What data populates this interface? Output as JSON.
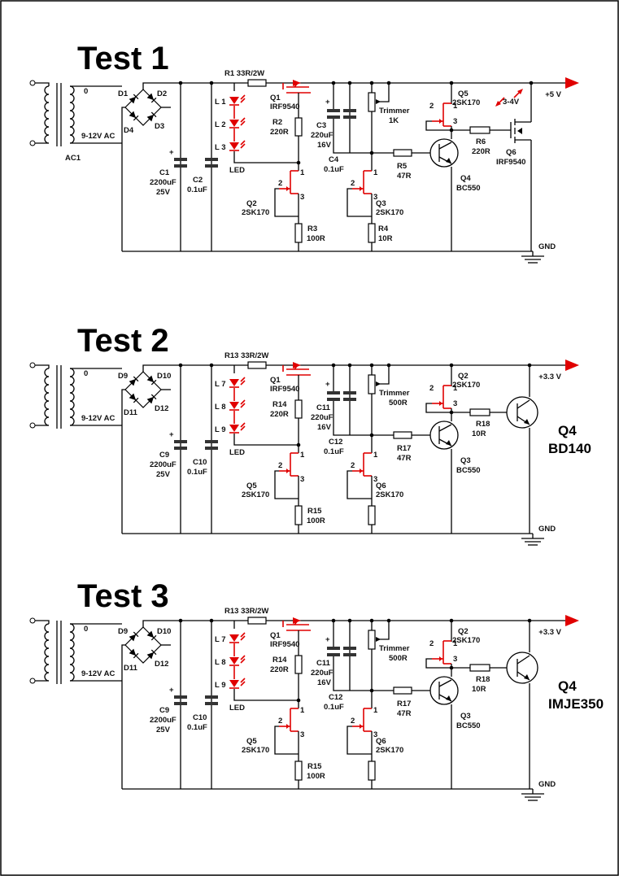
{
  "colors": {
    "wire": "#000000",
    "accent": "#e00000",
    "background": "#ffffff"
  },
  "circuits": [
    {
      "title": "Test 1",
      "supply_label": "+5 V",
      "gnd_label": "GND",
      "q4_side": "",
      "labels": {
        "trafo_tap": "0",
        "ac_in": "9-12V AC",
        "ac_name": "AC1",
        "d_tl": "D1",
        "d_tr": "D2",
        "d_bl": "D4",
        "d_br": "D3",
        "c_bulk": [
          "C1",
          "2200uF",
          "25V"
        ],
        "c_dec": [
          "C2",
          "0.1uF"
        ],
        "r_ser": "R1 33R/2W",
        "q_mos": [
          "Q1",
          "IRF9540"
        ],
        "leds": [
          "L 1",
          "L 2",
          "L 3"
        ],
        "led_word": "LED",
        "r_gate": [
          "R2",
          "220R"
        ],
        "q_jfet1": [
          "Q2",
          "2SK170"
        ],
        "r_src1": [
          "R3",
          "100R"
        ],
        "c_mid": [
          "C3",
          "220uF",
          "16V"
        ],
        "c_mid2": [
          "C4",
          "0.1uF"
        ],
        "trimmer": [
          "Trimmer",
          "1K"
        ],
        "q_jfet2": [
          "Q3",
          "2SK170"
        ],
        "r_src2": [
          "R4",
          "10R"
        ],
        "r_base": [
          "R5",
          "47R"
        ],
        "q_top": [
          "Q5",
          "2SK170"
        ],
        "q_npn": [
          "Q4",
          "BC550"
        ],
        "r_out": [
          "R6",
          "220R"
        ],
        "out_dev": [
          "Q6",
          "IRF9540"
        ],
        "vgs": "3-4V"
      }
    },
    {
      "title": "Test 2",
      "supply_label": "+3.3 V",
      "gnd_label": "GND",
      "q4_side": [
        "Q4",
        "BD140"
      ],
      "labels": {
        "trafo_tap": "0",
        "ac_in": "9-12V AC",
        "ac_name": "",
        "d_tl": "D9",
        "d_tr": "D10",
        "d_bl": "D11",
        "d_br": "D12",
        "c_bulk": [
          "C9",
          "2200uF",
          "25V"
        ],
        "c_dec": [
          "C10",
          "0.1uF"
        ],
        "r_ser": "R13 33R/2W",
        "q_mos": [
          "Q1",
          "IRF9540"
        ],
        "leds": [
          "L 7",
          "L 8",
          "L 9"
        ],
        "led_word": "LED",
        "r_gate": [
          "R14",
          "220R"
        ],
        "q_jfet1": [
          "Q5",
          "2SK170"
        ],
        "r_src1": [
          "R15",
          "100R"
        ],
        "c_mid": [
          "C11",
          "220uF",
          "16V"
        ],
        "c_mid2": [
          "C12",
          "0.1uF"
        ],
        "trimmer": [
          "Trimmer",
          "500R"
        ],
        "q_jfet2": [
          "Q6",
          "2SK170"
        ],
        "r_src2": "",
        "r_base": [
          "R17",
          "47R"
        ],
        "q_top": [
          "Q2",
          "2SK170"
        ],
        "q_npn": [
          "Q3",
          "BC550"
        ],
        "r_out": [
          "R18",
          "10R"
        ],
        "out_dev": "",
        "vgs": ""
      }
    },
    {
      "title": "Test 3",
      "supply_label": "+3.3 V",
      "gnd_label": "GND",
      "q4_side": [
        "Q4",
        "IMJE350"
      ],
      "labels": {
        "trafo_tap": "0",
        "ac_in": "9-12V AC",
        "ac_name": "",
        "d_tl": "D9",
        "d_tr": "D10",
        "d_bl": "D11",
        "d_br": "D12",
        "c_bulk": [
          "C9",
          "2200uF",
          "25V"
        ],
        "c_dec": [
          "C10",
          "0.1uF"
        ],
        "r_ser": "R13 33R/2W",
        "q_mos": [
          "Q1",
          "IRF9540"
        ],
        "leds": [
          "L 7",
          "L 8",
          "L 9"
        ],
        "led_word": "LED",
        "r_gate": [
          "R14",
          "220R"
        ],
        "q_jfet1": [
          "Q5",
          "2SK170"
        ],
        "r_src1": [
          "R15",
          "100R"
        ],
        "c_mid": [
          "C11",
          "220uF",
          "16V"
        ],
        "c_mid2": [
          "C12",
          "0.1uF"
        ],
        "trimmer": [
          "Trimmer",
          "500R"
        ],
        "q_jfet2": [
          "Q6",
          "2SK170"
        ],
        "r_src2": "",
        "r_base": [
          "R17",
          "47R"
        ],
        "q_top": [
          "Q2",
          "2SK170"
        ],
        "q_npn": [
          "Q3",
          "BC550"
        ],
        "r_out": [
          "R18",
          "10R"
        ],
        "out_dev": "",
        "vgs": ""
      }
    }
  ]
}
